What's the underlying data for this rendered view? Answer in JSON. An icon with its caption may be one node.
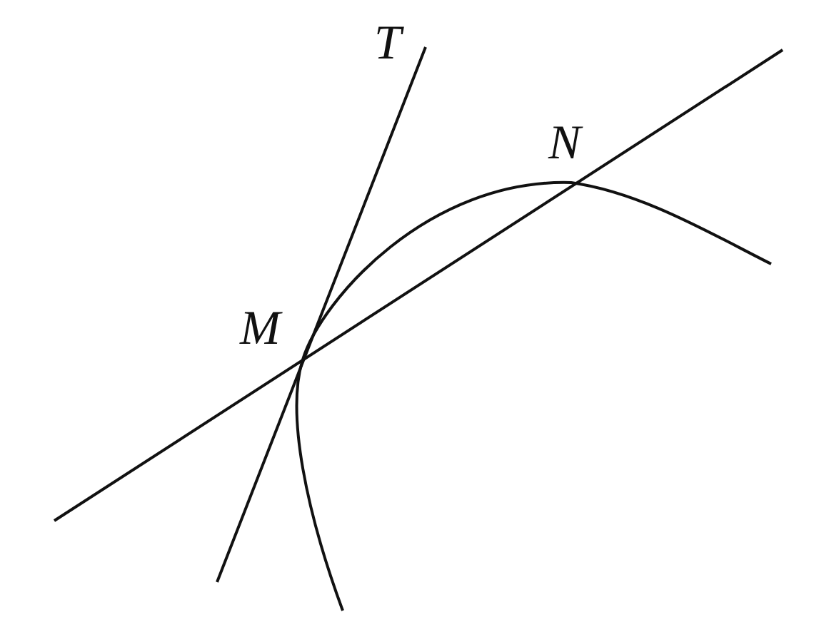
{
  "diagram": {
    "labels": [
      "T",
      "N",
      "M"
    ]
  }
}
